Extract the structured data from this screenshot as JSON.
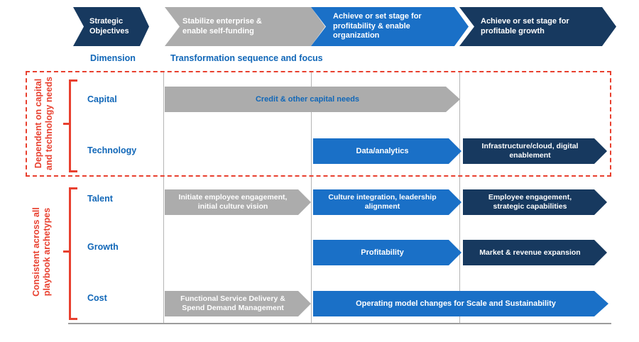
{
  "colors": {
    "navy": "#17395f",
    "blue": "#1a70c7",
    "gray": "#acacac",
    "label_blue": "#1167b8",
    "red": "#e8402f",
    "grid_line": "#b5b5b5",
    "baseline": "#9c9c9c"
  },
  "header": {
    "strategic_objectives": "Strategic\nObjectives",
    "dimension_label": "Dimension",
    "sequence_label": "Transformation sequence and focus",
    "phases": [
      {
        "label": "Stabilize enterprise &\nenable  self-funding",
        "color": "gray"
      },
      {
        "label": "Achieve or set stage for\nprofitability & enable\norganization",
        "color": "blue"
      },
      {
        "label": "Achieve or set stage for\nprofitable growth",
        "color": "navy"
      }
    ]
  },
  "side_groups": [
    {
      "label": "Dependent on capital\nand technology needs",
      "boxed": true,
      "covers_rows": [
        "Capital",
        "Technology"
      ]
    },
    {
      "label": "Consistent across all\nplaybook archetypes",
      "boxed": false,
      "covers_rows": [
        "Talent",
        "Growth",
        "Cost"
      ]
    }
  ],
  "rows": [
    {
      "label": "Capital",
      "arrows": [
        {
          "text": "Credit & other capital needs",
          "color": "gray",
          "text_color": "blue",
          "phase_start": 1,
          "phase_span": 2
        }
      ]
    },
    {
      "label": "Technology",
      "arrows": [
        {
          "text": "Data/analytics",
          "color": "blue",
          "phase_start": 2,
          "phase_span": 1
        },
        {
          "text": "Infrastructure/cloud, digital\nenablement",
          "color": "navy",
          "phase_start": 3,
          "phase_span": 1
        }
      ]
    },
    {
      "label": "Talent",
      "arrows": [
        {
          "text": "Initiate employee engagement,\ninitial culture vision",
          "color": "gray",
          "phase_start": 1,
          "phase_span": 1
        },
        {
          "text": "Culture integration, leadership\nalignment",
          "color": "blue",
          "phase_start": 2,
          "phase_span": 1
        },
        {
          "text": "Employee engagement,\nstrategic capabilities",
          "color": "navy",
          "phase_start": 3,
          "phase_span": 1
        }
      ]
    },
    {
      "label": "Growth",
      "arrows": [
        {
          "text": "Profitability",
          "color": "blue",
          "phase_start": 2,
          "phase_span": 1
        },
        {
          "text": "Market & revenue expansion",
          "color": "navy",
          "phase_start": 3,
          "phase_span": 1
        }
      ]
    },
    {
      "label": "Cost",
      "arrows": [
        {
          "text": "Functional Service Delivery &\nSpend Demand Management",
          "color": "gray",
          "phase_start": 1,
          "phase_span": 1
        },
        {
          "text": "Operating model changes for Scale and Sustainability",
          "color": "blue",
          "phase_start": 2,
          "phase_span": 2
        }
      ]
    }
  ]
}
